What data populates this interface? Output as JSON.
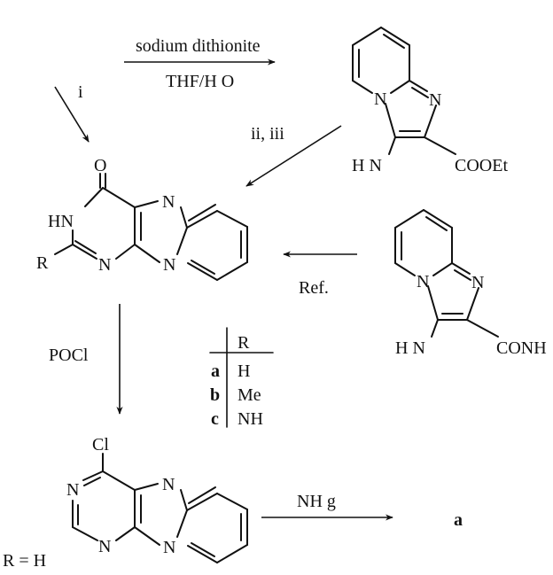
{
  "reagents": {
    "top_above": "sodium dithionite",
    "top_below": "THF/H O",
    "step_i": "i",
    "step_ii_iii": "ii, iii",
    "ref": "Ref.",
    "pocl": "POCl",
    "nh_g": "NH g",
    "product": "a"
  },
  "amine_ester": {
    "hn": "H N",
    "n_top": "N",
    "n_bottom": "N",
    "cooet": "COOEt"
  },
  "amine_amide": {
    "hn": "H N",
    "n_top": "N",
    "n_bottom": "N",
    "conh": "CONH"
  },
  "tricycle_oxo": {
    "o": "O",
    "hn": "HN",
    "r": "R",
    "n_bottom": "N",
    "n_top": "N",
    "n_bridge": "N"
  },
  "tricycle_chloro": {
    "cl": "Cl",
    "n_left": "N",
    "n_bottom": "N",
    "n_top": "N",
    "n_bridge": "N",
    "r_eq": "R = H"
  },
  "substituent_table": {
    "header": "R",
    "rows": [
      {
        "key": "a",
        "value": "H"
      },
      {
        "key": "b",
        "value": "Me"
      },
      {
        "key": "c",
        "value": "NH"
      }
    ]
  }
}
